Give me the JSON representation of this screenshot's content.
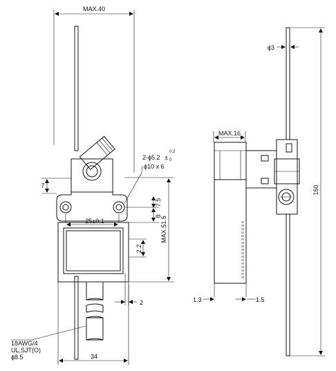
{
  "front_view": {
    "max_width": "MAX.40",
    "hole_spec_line1": "2-ϕ5.2",
    "hole_spec_tol_upper": "0.2",
    "hole_spec_tol_lower": "0",
    "hole_spec_line2": "ϕ10 x 6",
    "dim_7": "7",
    "dim_7_5": "7.5",
    "dim_8": "8",
    "dim_25": "25±0.1",
    "dim_max_51_5": "MAX.51.5",
    "dim_2_2": "2.2",
    "dim_2": "2",
    "cable_line1": "18AWG/4",
    "cable_line2": "UL,SJT(O)",
    "cable_line3": "ϕ8.5",
    "dim_34": "34"
  },
  "side_view": {
    "max_width": "MAX.16",
    "dim_3": "ϕ3",
    "dim_160": "160",
    "dim_1_3": "1.3",
    "dim_1_5": "1.5"
  }
}
